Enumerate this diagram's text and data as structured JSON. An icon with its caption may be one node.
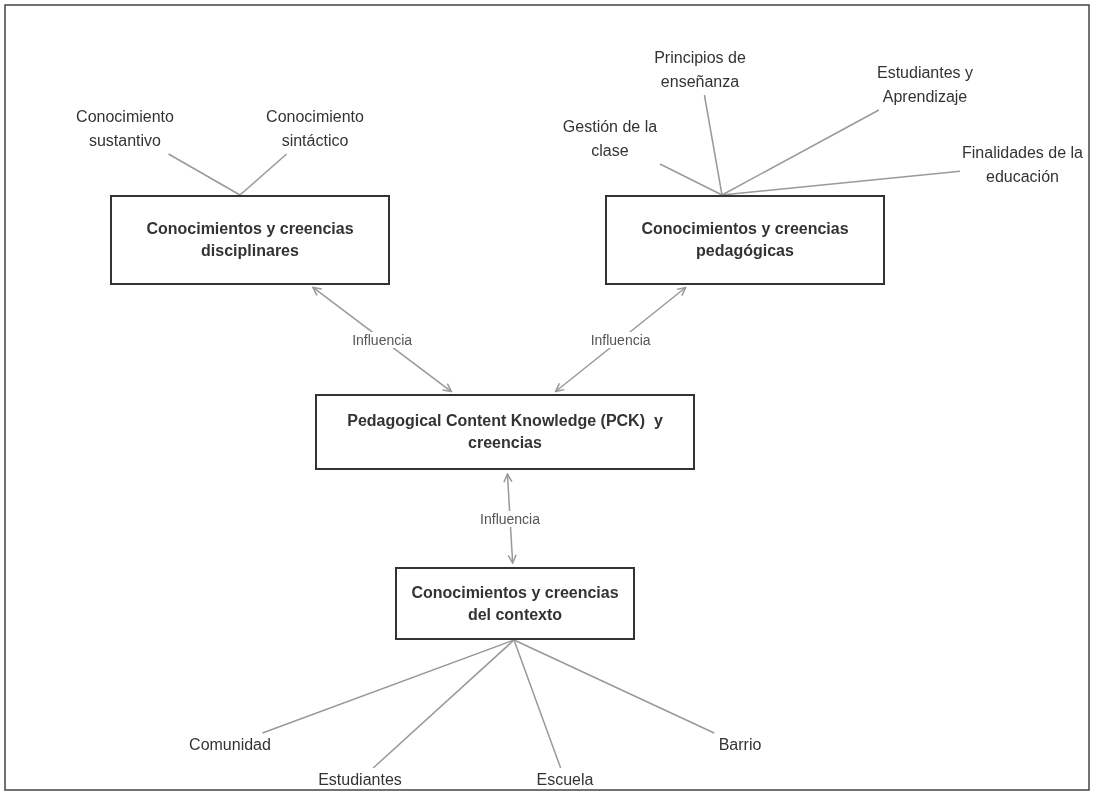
{
  "diagram": {
    "nodes": [
      {
        "text": [
          "Conocimientos y creencias disciplinares"
        ]
      },
      {
        "text": [
          "Conocimiento sustantivo"
        ]
      },
      {
        "text": [
          "Conocimiento sintáctico"
        ]
      },
      {
        "text": [
          "Conocimientos y creencias pedagógicas"
        ]
      },
      {
        "text": [
          "Gestión de la clase"
        ]
      },
      {
        "text": [
          "Principios de enseñanza"
        ]
      },
      {
        "text": [
          "Estudiantes y Aprendizaje"
        ]
      },
      {
        "text": [
          "Finalidades de la educación"
        ]
      },
      {
        "text": [
          "Pedagogical Content Knowledge (PCK)  y creencias"
        ]
      },
      {
        "text": [
          "Conocimientos y creencias del contexto"
        ]
      },
      {
        "text": [
          "Comunidad"
        ]
      },
      {
        "text": [
          "Estudiantes"
        ]
      },
      {
        "text": [
          "Escuela"
        ]
      },
      {
        "text": [
          "Barrio"
        ]
      }
    ],
    "edges": [
      {
        "from": 0,
        "to": 1,
        "arrow": "none"
      },
      {
        "from": 0,
        "to": 2,
        "arrow": "none"
      },
      {
        "from": 3,
        "to": 4,
        "arrow": "none"
      },
      {
        "from": 3,
        "to": 5,
        "arrow": "none"
      },
      {
        "from": 3,
        "to": 6,
        "arrow": "none"
      },
      {
        "from": 3,
        "to": 7,
        "arrow": "none"
      },
      {
        "from": 0,
        "to": 8,
        "arrow": "both",
        "label": "Influencia"
      },
      {
        "from": 3,
        "to": 8,
        "arrow": "both",
        "label": "Influencia"
      },
      {
        "from": 8,
        "to": 9,
        "arrow": "both",
        "label": "Influencia"
      },
      {
        "from": 9,
        "to": 10,
        "arrow": "none"
      },
      {
        "from": 9,
        "to": 11,
        "arrow": "none"
      },
      {
        "from": 9,
        "to": 12,
        "arrow": "none"
      },
      {
        "from": 9,
        "to": 13,
        "arrow": "none"
      }
    ]
  }
}
